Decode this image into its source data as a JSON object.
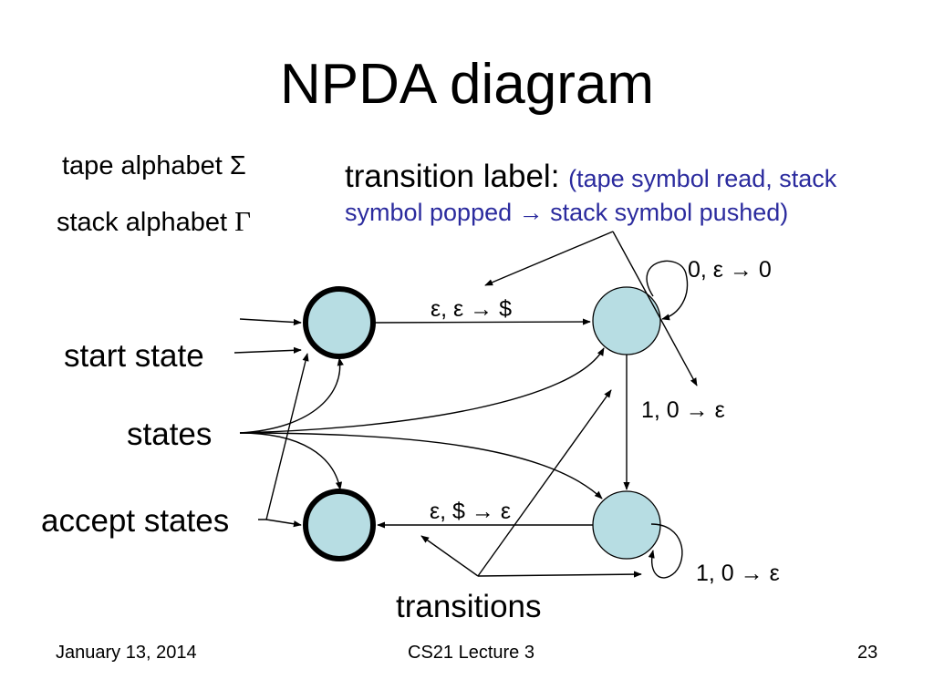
{
  "title": "NPDA diagram",
  "labels": {
    "tape_alphabet": "tape alphabet Σ",
    "stack_alphabet_text": "stack alphabet ",
    "stack_alphabet_symbol": "Γ",
    "transition_label": "transition label: ",
    "transition_desc_line1": "(tape symbol read, stack",
    "transition_desc_line2": "symbol popped → stack symbol pushed)",
    "start_state": "start state",
    "states": "states",
    "accept_states": "accept states",
    "transitions": "transitions"
  },
  "edges": {
    "q1_q2": "ε, ε → $",
    "q2_loop": "0, ε → 0",
    "q2_q3": "1, 0 → ε",
    "q3_loop": "1, 0 → ε",
    "q3_q4": "ε, $ → ε"
  },
  "footer": {
    "date": "January 13,  2014",
    "course": "CS21 Lecture 3",
    "page": "23"
  },
  "colors": {
    "state_fill": "#b7dde3",
    "annotation_blue": "#2b2b9e"
  }
}
